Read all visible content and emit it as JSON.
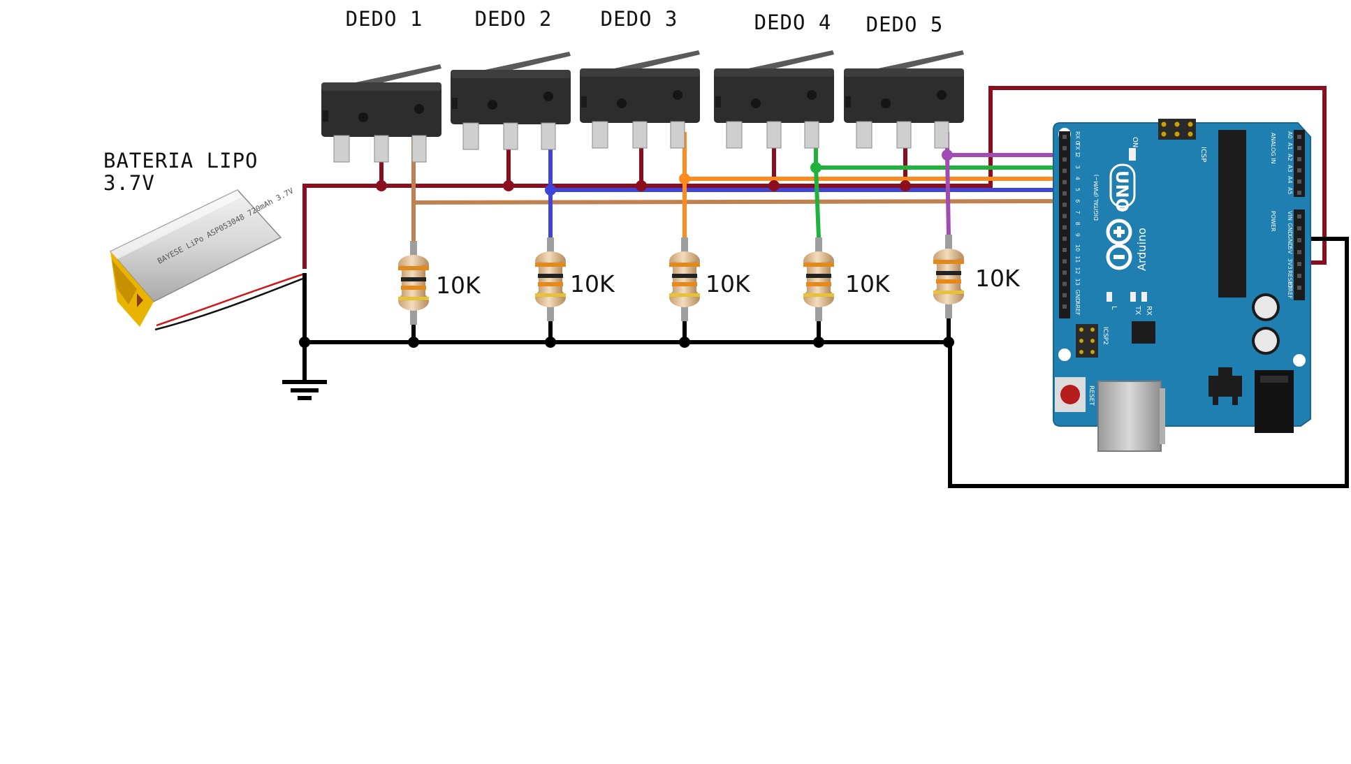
{
  "battery": {
    "title": "BATERIA LIPO",
    "voltage": "3.7V",
    "print": "BAYESE LiPo  ASP053048  720mAh 3.7V"
  },
  "switches": [
    {
      "label": "DEDO 1",
      "wire_color": "#c08050"
    },
    {
      "label": "DEDO 2",
      "wire_color": "#3f45d8"
    },
    {
      "label": "DEDO 3",
      "wire_color": "#ff8a1e"
    },
    {
      "label": "DEDO 4",
      "wire_color": "#1fb33d"
    },
    {
      "label": "DEDO 5",
      "wire_color": "#a04cb3"
    }
  ],
  "resistors": [
    "10K",
    "10K",
    "10K",
    "10K",
    "10K"
  ],
  "arduino": {
    "model": "UNO",
    "brand": "Arduino",
    "header_digital": "DIGITAL (PWM~)",
    "header_analog": "ANALOG IN",
    "header_power": "POWER",
    "icsp": "ICSP",
    "icsp2": "ICSP2",
    "reset": "RESET",
    "on": "ON",
    "tx": "TX",
    "rx": "RX",
    "l": "L",
    "digital_pins": [
      "RX 0",
      "TX 1",
      "2",
      "3",
      "4",
      "5",
      "6",
      "7",
      "8",
      "9",
      "10",
      "11",
      "12",
      "13",
      "GND",
      "AREF"
    ],
    "analog_pins": [
      "A0",
      "A1",
      "A2",
      "A3",
      "A4",
      "A5"
    ],
    "power_pins": [
      "VIN",
      "GND",
      "GND",
      "5V",
      "3V3",
      "RESET",
      "IOREF"
    ]
  },
  "colors": {
    "vcc": "#8b0e1f",
    "ground": "#000000",
    "board": "#1f7fb0"
  }
}
